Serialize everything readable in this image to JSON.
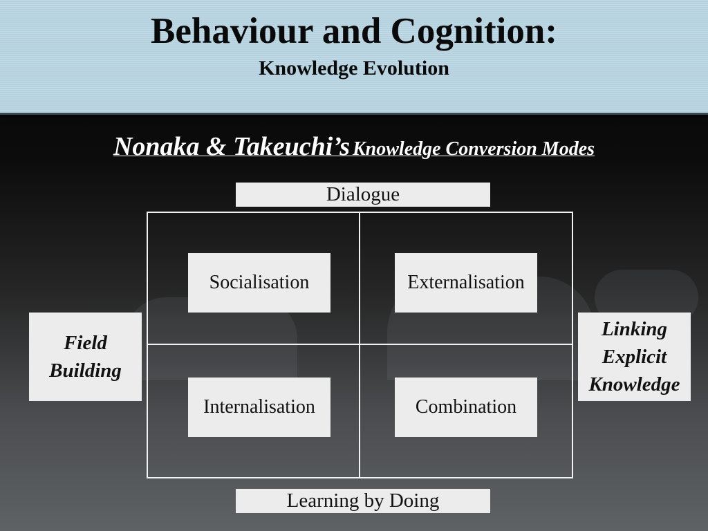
{
  "slide": {
    "title": "Behaviour and Cognition:",
    "subtitle": "Knowledge Evolution"
  },
  "heading": {
    "main": "Nonaka & Takeuchi’s",
    "rest": "Knowledge Conversion Modes"
  },
  "diagram": {
    "top_label": "Dialogue",
    "bottom_label": "Learning by Doing",
    "left_label": [
      "Field",
      "Building"
    ],
    "right_label": [
      "Linking",
      "Explicit",
      "Knowledge"
    ],
    "quadrants": {
      "top_left": "Socialisation",
      "top_right": "Externalisation",
      "bottom_left": "Internalisation",
      "bottom_right": "Combination"
    }
  },
  "colors": {
    "header_bg": "#b3d1de",
    "box_fill": "#ececec",
    "grid_line": "#f2f2f2",
    "heading_text": "#ffffff"
  }
}
